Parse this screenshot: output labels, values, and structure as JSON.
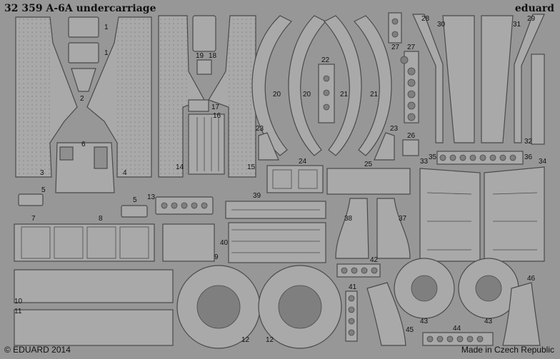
{
  "sheet": {
    "code": "32 359",
    "title": "A-6A undercarriage",
    "brand": "eduard",
    "copyright": "© EDUARD 2014",
    "origin": "Made in Czech Republic"
  },
  "part_numbers": {
    "p1a": "1",
    "p1b": "1",
    "p2": "2",
    "p3": "3",
    "p4": "4",
    "p5a": "5",
    "p5b": "5",
    "p6": "6",
    "p7": "7",
    "p8": "8",
    "p9": "9",
    "p10": "10",
    "p11": "11",
    "p12a": "12",
    "p12b": "12",
    "p13": "13",
    "p14": "14",
    "p15": "15",
    "p16": "16",
    "p17": "17",
    "p18": "18",
    "p19": "19",
    "p20a": "20",
    "p20b": "20",
    "p21a": "21",
    "p21b": "21",
    "p22": "22",
    "p23a": "23",
    "p23b": "23",
    "p24": "24",
    "p25": "25",
    "p26": "26",
    "p27a": "27",
    "p27b": "27",
    "p28": "28",
    "p29": "29",
    "p30": "30",
    "p31": "31",
    "p32": "32",
    "p33": "33",
    "p34": "34",
    "p35": "35",
    "p36": "36",
    "p37": "37",
    "p38": "38",
    "p39": "39",
    "p40": "40",
    "p41": "41",
    "p42": "42",
    "p43a": "43",
    "p43b": "43",
    "p44": "44",
    "p45": "45",
    "p46": "46"
  },
  "colors": {
    "fret": "#979797",
    "part": "#a9a9a9",
    "edge": "#4a4a4a",
    "ink": "#111111"
  }
}
